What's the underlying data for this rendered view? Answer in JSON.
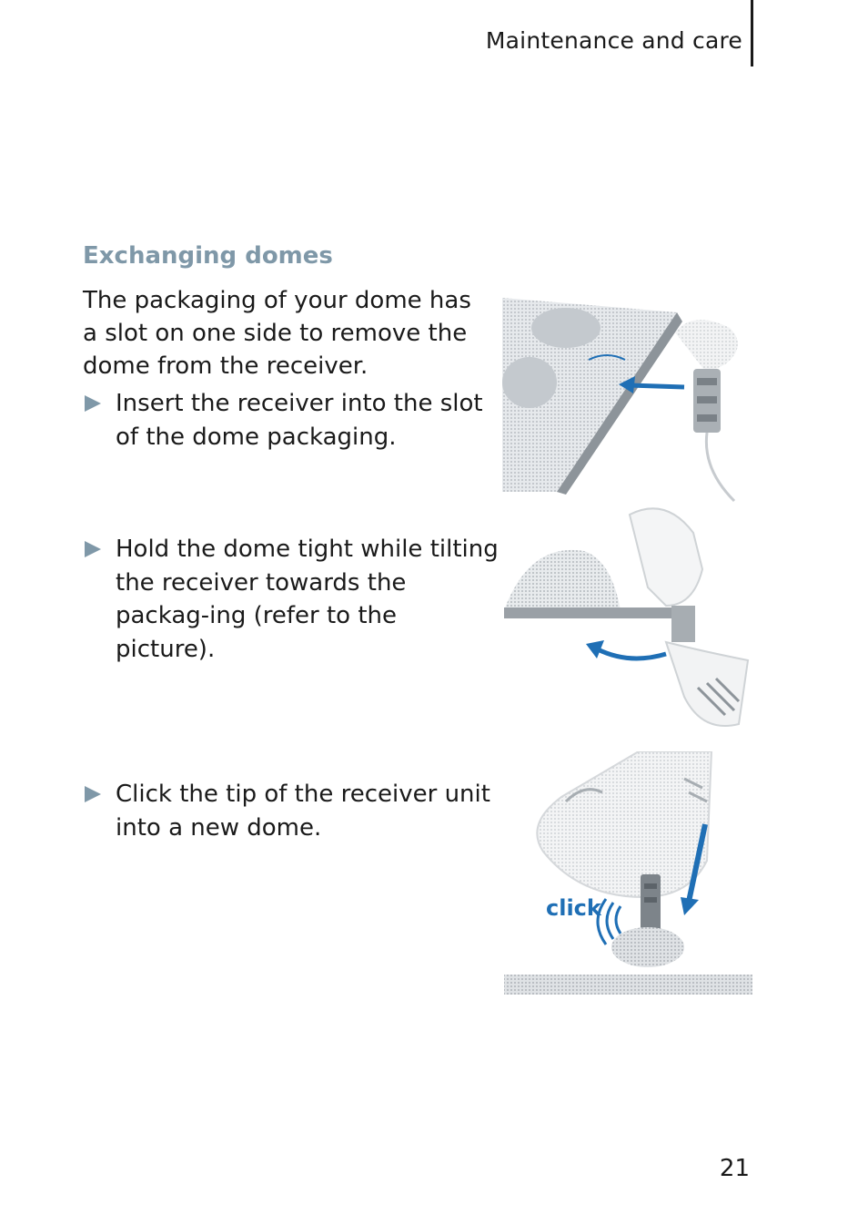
{
  "header": {
    "section_label": "Maintenance and care"
  },
  "content": {
    "title": "Exchanging domes",
    "intro": "The packaging of your dome has a slot on one side to remove the dome from the receiver.",
    "steps": [
      {
        "text": "Insert the receiver into the slot of the dome packaging.",
        "icon": "triangle-bullet-icon"
      },
      {
        "text": "Hold the dome tight while tilting the receiver towards the packag-ing (refer to the picture).",
        "icon": "triangle-bullet-icon"
      },
      {
        "text": "Click the tip of the receiver unit into a new dome.",
        "icon": "triangle-bullet-icon"
      }
    ]
  },
  "figures": {
    "fig3_label": "click"
  },
  "footer": {
    "page_number": "21"
  },
  "colors": {
    "accent_heading": "#7f98a8",
    "arrow_blue": "#1f6fb5",
    "bullet": "#7f98a8"
  }
}
